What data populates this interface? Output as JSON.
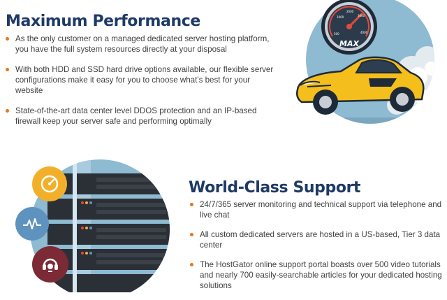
{
  "performance": {
    "title": "Maximum Performance",
    "bullets": [
      "As the only customer on a managed dedicated server hosting platform, you have the full system resources directly at your disposal",
      "With both HDD and SSD hard drive options available, our flexible server configurations make it easy for you to choose what's best for your website",
      "State-of-the-art data center level DDOS protection and an IP-based firewall keep your server safe and performing optimally"
    ],
    "gauge_label": "MAX",
    "gauge_ticks": [
      "500",
      "1000",
      "2000",
      "3000",
      "4000"
    ]
  },
  "support": {
    "title": "World-Class Support",
    "bullets": [
      "24/7/365 server monitoring and technical support via telephone and live chat",
      "All custom dedicated servers are hosted in a US-based, Tier 3 data center",
      "The HostGator online support portal boasts over 500 video tutorials and nearly 700 easily-searchable articles for your dedicated hosting solutions"
    ]
  },
  "colors": {
    "heading": "#1e3a66",
    "bullet": "#e3771f",
    "gauge_badge": "#f2b02a",
    "pulse_badge": "#5f93bf",
    "headset_badge": "#7c2a35",
    "circle_bg": "#8ebad2",
    "car": "#f4be1c"
  },
  "icons": {
    "gauge": "speedometer-icon",
    "pulse": "pulse-icon",
    "headset": "headset-icon"
  }
}
